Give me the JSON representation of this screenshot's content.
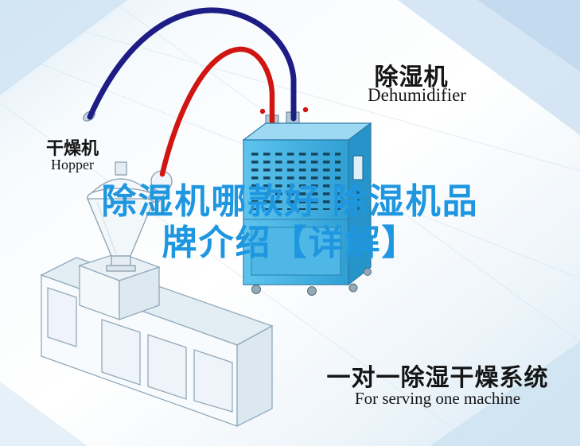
{
  "poster": {
    "title": {
      "line1": "除湿机哪款好 除湿机品",
      "line2": "牌介绍【详解】",
      "color": "#1e97e0"
    },
    "dehumidifier": {
      "label_zh": "除湿机",
      "label_en": "Dehumidifier"
    },
    "hopper": {
      "label_zh": "干燥机",
      "label_en": "Hopper"
    },
    "caption": {
      "line_zh": "一对一除湿干燥系统",
      "line_en": "For serving one machine"
    },
    "colors": {
      "title_blue": "#1e97e0",
      "pipe_red": "#d01512",
      "pipe_navy": "#1d1d85",
      "dehumidifier_body_blue": "#4ab4e6",
      "label_black": "#151515",
      "background_tint": "#dcebf5"
    }
  }
}
